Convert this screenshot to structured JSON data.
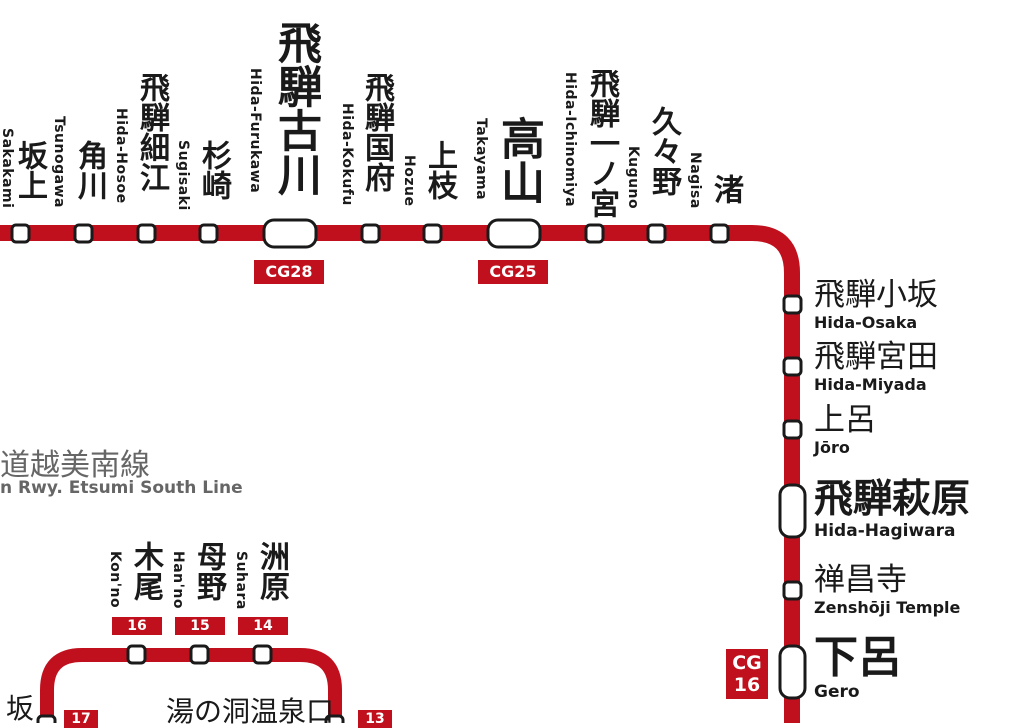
{
  "colors": {
    "line": "#c0101d",
    "text": "#1a1a1a",
    "muted": "#666666"
  },
  "top_stations": [
    {
      "id": "sakakami-partial",
      "jp": "",
      "romaji": "Sakakami"
    },
    {
      "id": "sakakami",
      "jp": "坂上",
      "romaji": "Tsunogawa"
    },
    {
      "id": "tsunogawa",
      "jp": "角川",
      "romaji": ""
    },
    {
      "id": "hida-hosoe",
      "jp": "飛騨細江",
      "romaji": "Hida-Hosoe"
    },
    {
      "id": "sugisaki",
      "jp": "杉崎",
      "romaji": "Sugisaki"
    },
    {
      "id": "hida-furukawa",
      "jp": "飛騨古川",
      "romaji": "Hida-Furukawa",
      "code": "CG28"
    },
    {
      "id": "hida-kokufu",
      "jp": "飛騨国府",
      "romaji": "Hida-Kokufu"
    },
    {
      "id": "hozue",
      "jp": "上枝",
      "romaji": "Hozue"
    },
    {
      "id": "takayama",
      "jp": "高山",
      "romaji": "Takayama",
      "code": "CG25"
    },
    {
      "id": "hida-ichinomiya",
      "jp": "飛騨一ノ宮",
      "romaji": "Hida-Ichinomiya"
    },
    {
      "id": "kuguno",
      "jp": "久々野",
      "romaji": "Kuguno"
    },
    {
      "id": "nagisa",
      "jp": "渚",
      "romaji": "Nagisa"
    }
  ],
  "right_stations": [
    {
      "id": "hida-osaka",
      "jp": "飛騨小坂",
      "romaji": "Hida-Osaka"
    },
    {
      "id": "hida-miyada",
      "jp": "飛騨宮田",
      "romaji": "Hida-Miyada"
    },
    {
      "id": "joro",
      "jp": "上呂",
      "romaji": "Jōro"
    },
    {
      "id": "hida-hagiwara",
      "jp": "飛騨萩原",
      "romaji": "Hida-Hagiwara"
    },
    {
      "id": "zenshoji",
      "jp": "禅昌寺",
      "romaji": "Zenshōji Temple"
    },
    {
      "id": "gero",
      "jp": "下呂",
      "romaji": "Gero",
      "code_top": "CG",
      "code_bottom": "16"
    }
  ],
  "etsumi_line": {
    "jp": "道越美南線",
    "en": "n Rwy. Etsumi South Line"
  },
  "lower_stations": [
    {
      "id": "konno",
      "jp": "木尾",
      "romaji": "Kon'no",
      "number": "16"
    },
    {
      "id": "hanno",
      "jp": "母野",
      "romaji": "Han'no",
      "number": "15"
    },
    {
      "id": "suhara",
      "jp": "洲原",
      "romaji": "Suhara",
      "number": "14"
    }
  ],
  "lower_partials": {
    "left_jp": "坂",
    "left_num": "17",
    "center_jp": "湯の洞温泉口",
    "right_num": "13"
  }
}
